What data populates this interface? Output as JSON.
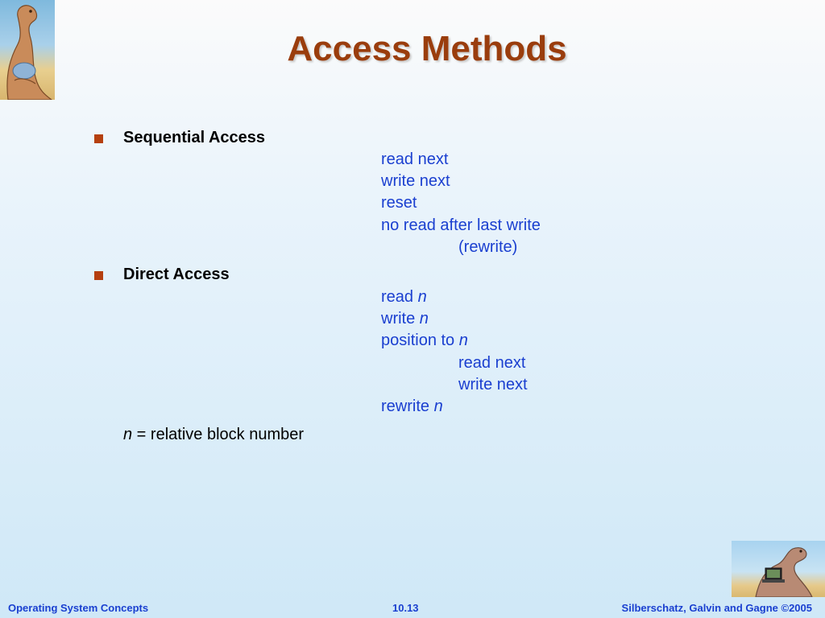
{
  "title": "Access Methods",
  "sections": [
    {
      "heading": "Sequential Access",
      "operations": [
        "read next",
        "write next",
        "reset",
        "no read after last write",
        "(rewrite)"
      ]
    },
    {
      "heading": "Direct Access",
      "operations": [
        {
          "text": "read ",
          "var": "n"
        },
        {
          "text": "write ",
          "var": "n"
        },
        {
          "text": "position to ",
          "var": "n"
        },
        {
          "text": "read next"
        },
        {
          "text": "write next"
        },
        {
          "text": "rewrite ",
          "var": "n"
        }
      ]
    }
  ],
  "note": {
    "var": "n",
    "text": " = relative block number"
  },
  "footer": {
    "left": "Operating System Concepts",
    "center": "10.13",
    "right": "Silberschatz, Galvin and Gagne ©2005"
  },
  "colors": {
    "title": "#9a3d0d",
    "bullet": "#b5400f",
    "operation_text": "#1a3fd0",
    "footer_text": "#1a3fd0"
  }
}
